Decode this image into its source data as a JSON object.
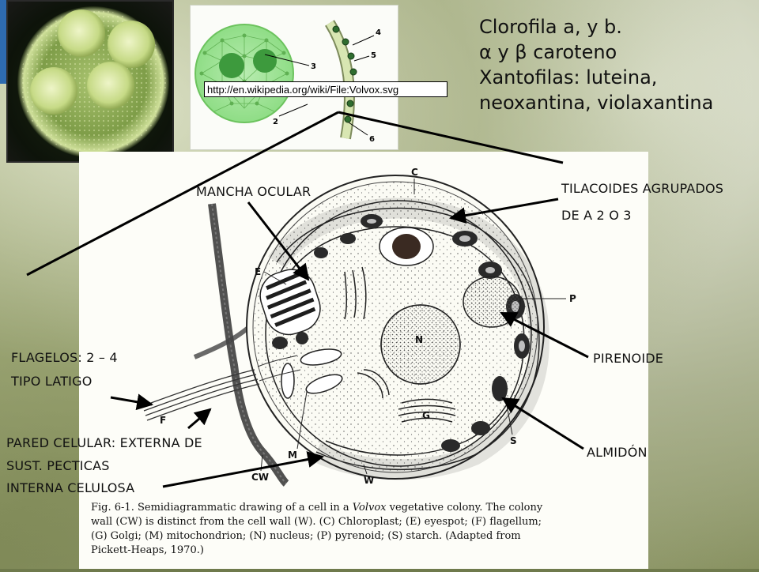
{
  "wiki": {
    "url": "http://en.wikipedia.org/wiki/File:Volvox.svg",
    "numbers": [
      "3",
      "4",
      "5",
      "2",
      "6"
    ]
  },
  "pigments": [
    "Clorofila a, y b.",
    "α y β caroteno",
    "Xantofilas: luteina,",
    "neoxantina, violaxantina"
  ],
  "labels": {
    "mancha_ocular": "MANCHA OCULAR",
    "tilacoides_1": "TILACOIDES AGRUPADOS",
    "tilacoides_2": "DE A 2 O 3",
    "flagelos_1": "FLAGELOS: 2 – 4",
    "flagelos_2": "TIPO LATIGO",
    "pirenoide": "PIRENOIDE",
    "almidon": "ALMIDÓN",
    "pared_1": "PARED CELULAR: EXTERNA DE",
    "pared_2": "SUST. PECTICAS",
    "pared_3": "INTERNA  CELULOSA"
  },
  "diagram_letters": {
    "c": "C",
    "e": "E",
    "p": "P",
    "n": "N",
    "g": "G",
    "f": "F",
    "m": "M",
    "s": "S",
    "cw": "CW",
    "w": "W"
  },
  "caption": {
    "line1_pre": "Fig. 6-1.  Semidiagrammatic drawing of a cell in a ",
    "line1_em": "Volvox",
    "line1_post": " vegetative colony. The colony",
    "line2": "wall (CW) is distinct from the cell wall (W). (C) Chloroplast; (E) eyespot; (F) flagellum;",
    "line3": "(G) Golgi; (M) mitochondrion; (N) nucleus; (P) pyrenoid; (S) starch. (Adapted from",
    "line4": "Pickett-Heaps, 1970.)"
  },
  "colors": {
    "wiki_green": "#7cd56a",
    "wiki_dark_green": "#3a9a3a",
    "volvox_glow": "#d8e8a8"
  }
}
